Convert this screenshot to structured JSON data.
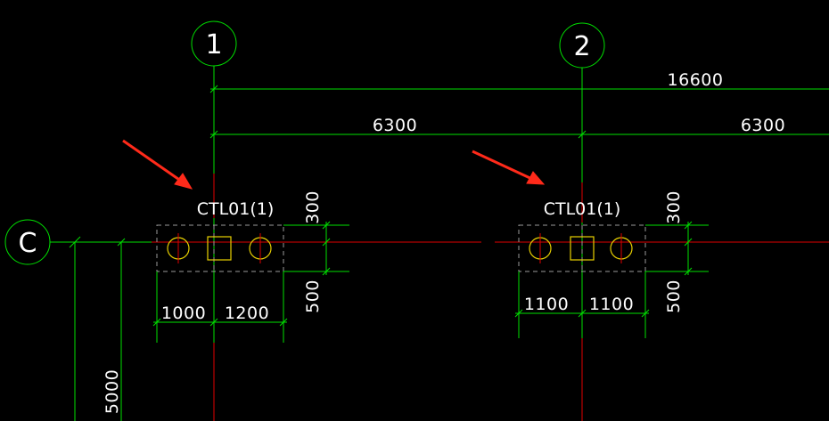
{
  "colors": {
    "background": "#000000",
    "grid_line": "#00e000",
    "axis_line": "#e00000",
    "pile": "#e8d000",
    "cap_outline": "#9a9a9a",
    "text": "#ffffff",
    "arrow": "#ff2a1a"
  },
  "grid_axes": {
    "axis_1": "1",
    "axis_2": "2",
    "axis_c": "C"
  },
  "dimensions": {
    "overall_span": "16600",
    "span_1_2": "6300",
    "span_2_next": "6300",
    "cap1_left": "1000",
    "cap1_right": "1200",
    "cap2_left": "1100",
    "cap2_right": "1100",
    "cap1_top": "300",
    "cap1_bottom": "500",
    "cap2_top": "300",
    "cap2_bottom": "500",
    "vertical_c": "5000"
  },
  "pile_caps": {
    "cap1_tag": "CTL01(1)",
    "cap2_tag": "CTL01(1)"
  }
}
